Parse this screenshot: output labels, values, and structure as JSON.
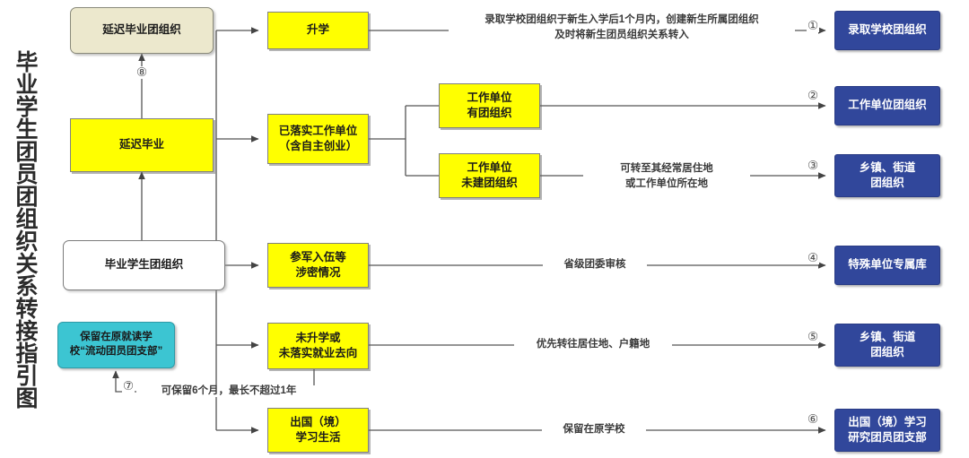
{
  "title": "毕业学生团员团组织关系转接指引图",
  "colors": {
    "yellow": "#ffff00",
    "blue": "#31479b",
    "beige": "#ece8cd",
    "cyan": "#3cc5d2",
    "white": "#ffffff",
    "line": "#555555",
    "text": "#1a1a1a"
  },
  "nodes": {
    "source": "毕业学生团组织",
    "delayed_graduation": "延迟毕业",
    "delayed_graduation_org": "延迟毕业团组织",
    "retain_school_branch": "保留在原就读学\n校“流动团员团支部”",
    "further_study": "升学",
    "employed": "已落实工作单位\n（含自主创业）",
    "work_unit_has_org": "工作单位\n有团组织",
    "work_unit_no_org": "工作单位\n未建团组织",
    "military_secret": "参军入伍等\n涉密情况",
    "no_study_no_job": "未升学或\n未落实就业去向",
    "abroad": "出国（境）\n学习生活"
  },
  "targets": [
    {
      "num": "①",
      "label": "录取学校团组织"
    },
    {
      "num": "②",
      "label": "工作单位团组织"
    },
    {
      "num": "③",
      "label": "乡镇、街道\n团组织"
    },
    {
      "num": "④",
      "label": "特殊单位专属库"
    },
    {
      "num": "⑤",
      "label": "乡镇、街道\n团组织"
    },
    {
      "num": "⑥",
      "label": "出国（境）学习\n研究团员团支部"
    }
  ],
  "edge_labels": {
    "e1": "录取学校团组织于新生入学后1个月内，创建新生所属团组织\n及时将新生团员组织关系转入",
    "e3": "可转至其经常居住地\n或工作单位所在地",
    "e4": "省级团委审核",
    "e5": "优先转往居住地、户籍地",
    "e6": "保留在原学校",
    "e7": "可保留6个月，最长不超过1年"
  },
  "steps": {
    "s7": "⑦",
    "s8": "⑧"
  }
}
